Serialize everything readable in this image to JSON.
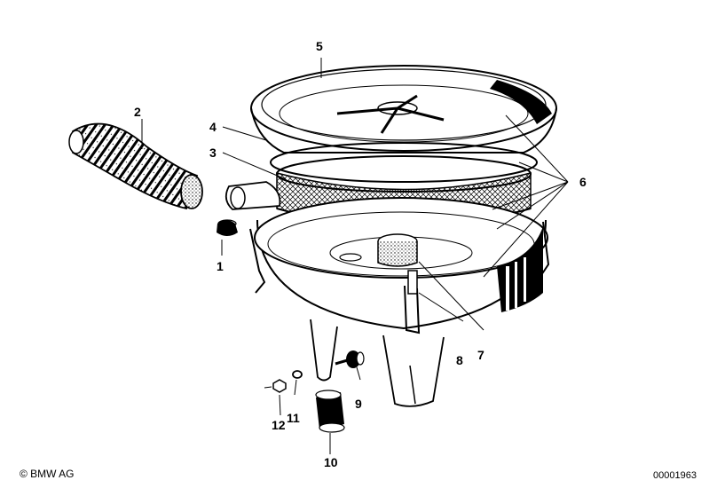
{
  "labels": {
    "p1": "1",
    "p2": "2",
    "p3": "3",
    "p4": "4",
    "p5": "5",
    "p6": "6",
    "p7": "7",
    "p8": "8",
    "p9": "9",
    "p10": "10",
    "p11": "11",
    "p12": "12"
  },
  "footer": {
    "copyright": "© BMW AG",
    "doc_number": "00001963"
  }
}
